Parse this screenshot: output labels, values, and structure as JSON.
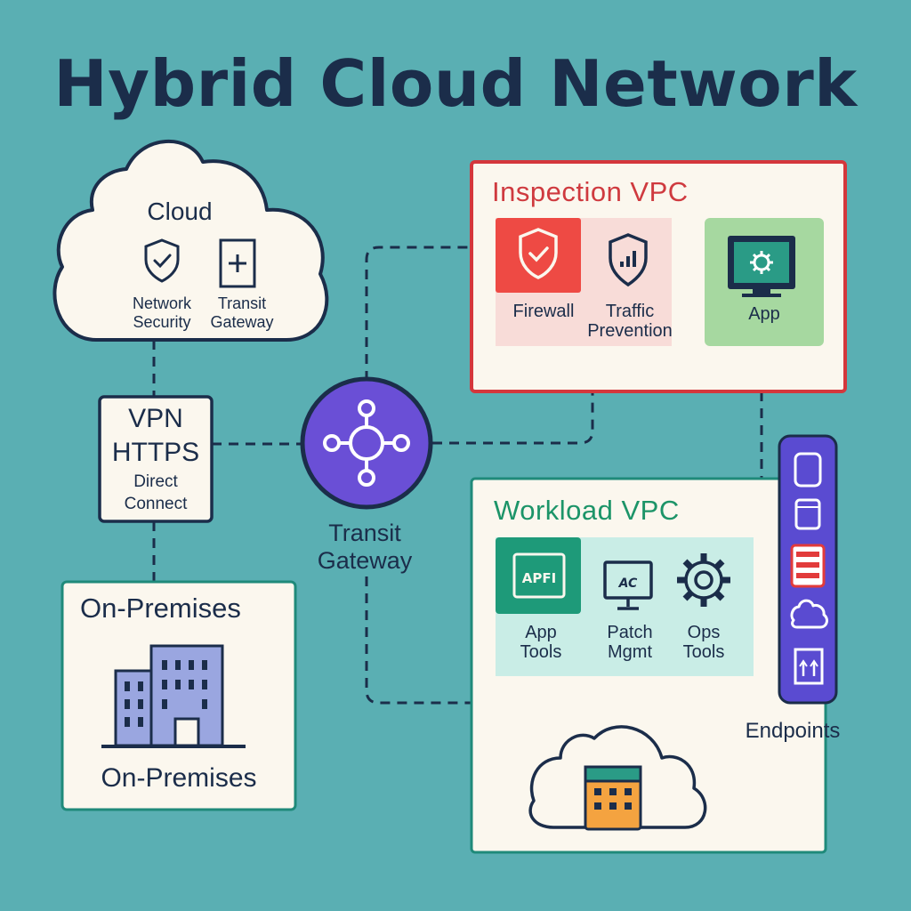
{
  "title": "Hybrid Cloud Network",
  "cloud": {
    "title": "Cloud",
    "items": [
      {
        "label_line1": "Network",
        "label_line2": "Security",
        "icon": "shield-check-icon"
      },
      {
        "label_line1": "Transit",
        "label_line2": "Gateway",
        "icon": "gateway-plus-icon"
      }
    ]
  },
  "connection": {
    "line1": "VPN",
    "line2": "HTTPS",
    "line3": "Direct",
    "line4": "Connect"
  },
  "on_premises": {
    "heading": "On-Premises",
    "caption": "On-Premises",
    "icon": "building-icon"
  },
  "transit_gateway": {
    "label_line1": "Transit",
    "label_line2": "Gateway",
    "icon": "hub-icon"
  },
  "inspection_vpc": {
    "title": "Inspection VPC",
    "items": [
      {
        "label_line1": "Firewall",
        "label_line2": "",
        "icon": "shield-check-icon"
      },
      {
        "label_line1": "Traffic",
        "label_line2": "Prevention",
        "icon": "shield-chart-icon"
      },
      {
        "label_line1": "App",
        "label_line2": "",
        "icon": "monitor-gear-icon"
      }
    ]
  },
  "workload_vpc": {
    "title": "Workload VPC",
    "items": [
      {
        "label_line1": "App",
        "label_line2": "Tools",
        "icon_text": "APFI",
        "icon": "api-icon"
      },
      {
        "label_line1": "Patch",
        "label_line2": "Mgmt",
        "icon_text": "AC",
        "icon": "monitor-icon"
      },
      {
        "label_line1": "Ops",
        "label_line2": "Tools",
        "icon": "gear-icon"
      }
    ],
    "storage_icon": "cloud-server-icon"
  },
  "endpoints": {
    "label": "Endpoints",
    "icons": [
      "tablet-icon",
      "phone-icon",
      "server-rack-icon",
      "cloud-icon",
      "door-icon"
    ]
  },
  "colors": {
    "background": "#5aafb3",
    "navy": "#1b2d4a",
    "inspection_red": "#d4373c",
    "workload_green": "#1c9468",
    "transit_purple": "#6a4fd6",
    "endpoints_purple": "#5a4bd1"
  }
}
